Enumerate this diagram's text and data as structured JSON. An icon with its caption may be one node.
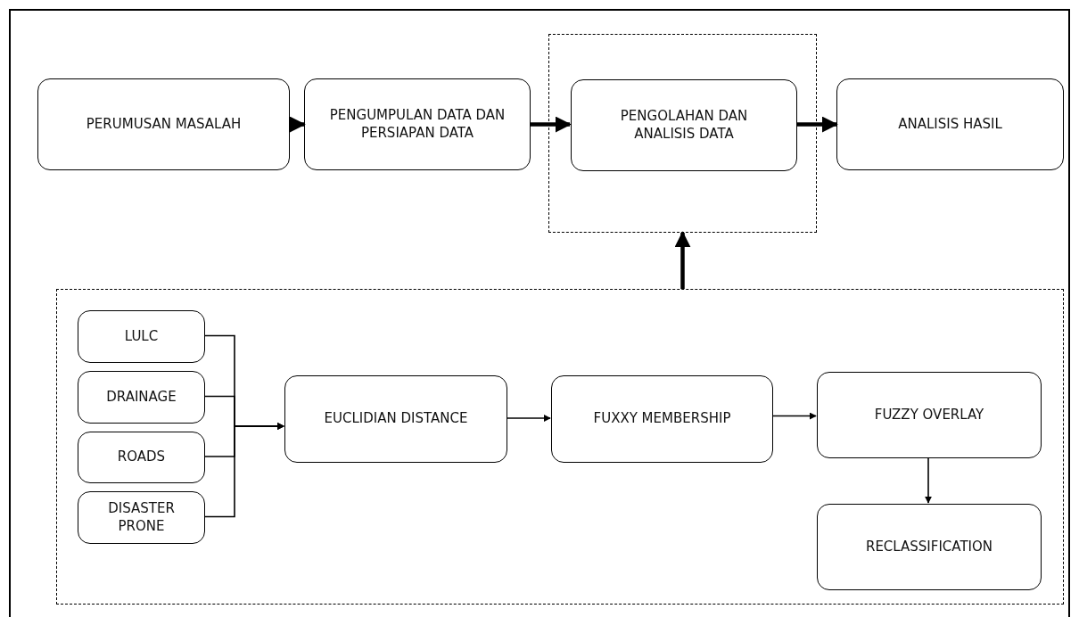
{
  "diagram": {
    "nodes": [
      {
        "text": [
          "PERUMUSAN MASALAH"
        ]
      },
      {
        "text": [
          "PENGUMPULAN DATA DAN PERSIAPAN DATA"
        ]
      },
      {
        "text": [],
        "shape": "box"
      },
      {
        "text": [
          "PENGOLAHAN DAN ANALISIS DATA"
        ],
        "in": 2
      },
      {
        "text": [
          "ANALISIS HASIL"
        ]
      },
      {
        "text": [],
        "shape": "box"
      },
      {
        "text": [
          "LULC"
        ],
        "in": 5
      },
      {
        "text": [
          "DRAINAGE"
        ],
        "in": 5
      },
      {
        "text": [
          "ROADS"
        ],
        "in": 5
      },
      {
        "text": [
          "DISASTER PRONE"
        ],
        "in": 5
      },
      {
        "text": [
          "EUCLIDIAN DISTANCE"
        ],
        "in": 5
      },
      {
        "text": [
          "FUXXY MEMBERSHIP"
        ],
        "in": 5
      },
      {
        "text": [
          "FUZZY OVERLAY"
        ],
        "in": 5
      },
      {
        "text": [
          "RECLASSIFICATION"
        ],
        "in": 5
      }
    ],
    "edges": [
      {
        "from": 0,
        "to": 1,
        "arrow": "to",
        "style": "thick"
      },
      {
        "from": 1,
        "to": 3,
        "arrow": "to",
        "style": "thick"
      },
      {
        "from": 3,
        "to": 4,
        "arrow": "to",
        "style": "thick"
      },
      {
        "from": 5,
        "to": 2,
        "arrow": "to",
        "style": "thick"
      },
      {
        "from": 6,
        "to": 10,
        "arrow": "to"
      },
      {
        "from": 7,
        "to": 10,
        "arrow": "to"
      },
      {
        "from": 8,
        "to": 10,
        "arrow": "to"
      },
      {
        "from": 9,
        "to": 10,
        "arrow": "to"
      },
      {
        "from": 10,
        "to": 11,
        "arrow": "to"
      },
      {
        "from": 11,
        "to": 12,
        "arrow": "to"
      },
      {
        "from": 12,
        "to": 13,
        "arrow": "to"
      }
    ]
  }
}
